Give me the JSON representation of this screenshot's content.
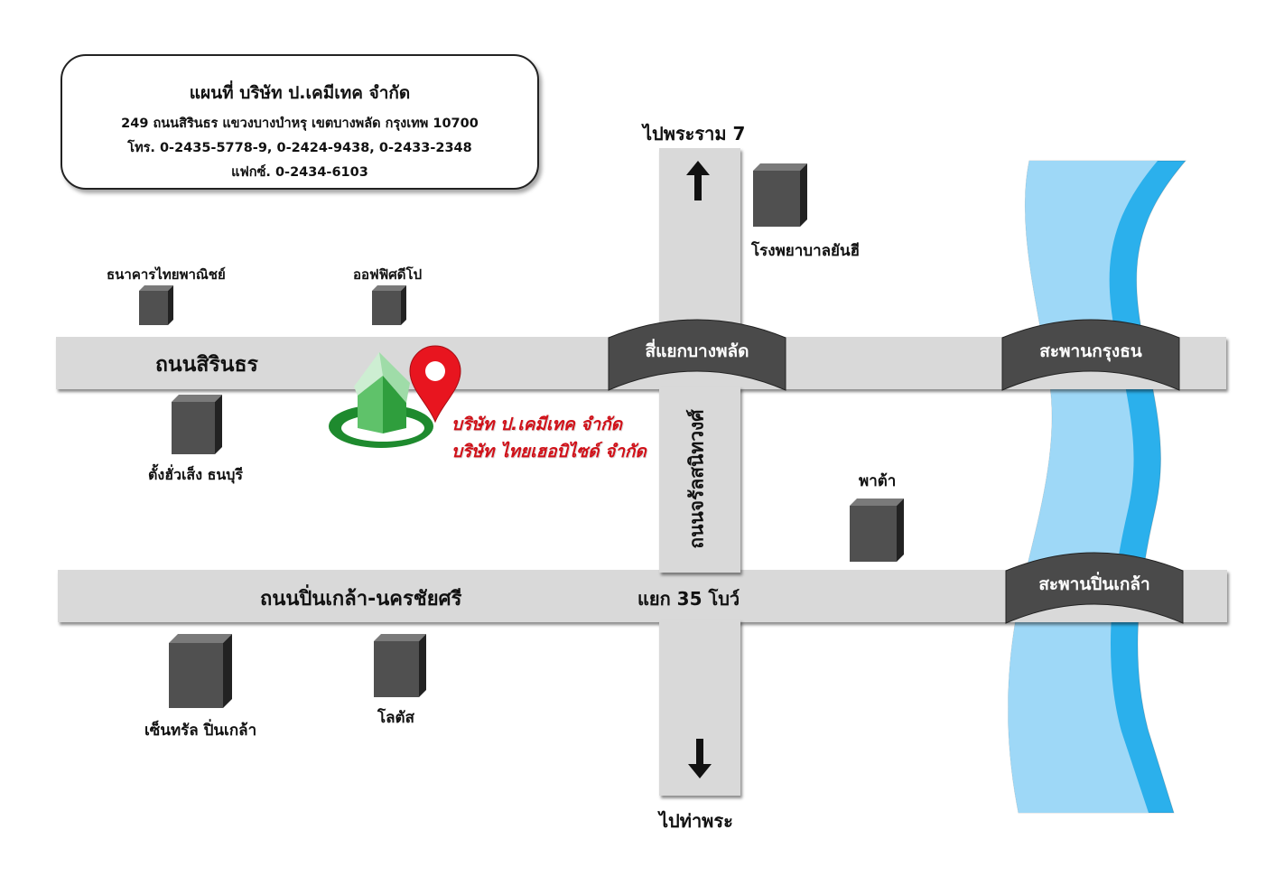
{
  "info": {
    "title": "แผนที่ บริษัท ป.เคมีเทค จำกัด",
    "address": "249 ถนนสิรินธร แขวงบางบำหรุ เขตบางพลัด กรุงเทพ 10700",
    "phone": "โทร. 0-2435-5778-9, 0-2424-9438, 0-2433-2348",
    "fax": "แฟกซ์. 0-2434-6103"
  },
  "roads": {
    "sirindhorn": "ถนนสิรินธร",
    "pinklao": "ถนนปิ่นเกล้า-นครชัยศรี",
    "charan": "ถนนจรัลสนิทวงศ์"
  },
  "junctions": {
    "bangphlat": "สี่แยกบางพลัด",
    "bow35": "แยก 35 โบว์"
  },
  "bridges": {
    "krungthon": "สะพานกรุงธน",
    "pinklao": "สะพานปิ่นเกล้า"
  },
  "directions": {
    "north": "ไปพระราม 7",
    "south": "ไปท่าพระ"
  },
  "places": {
    "scb": "ธนาคารไทยพาณิชย์",
    "officedepot": "ออฟฟิศดีโป",
    "yanhee": "โรงพยาบาลยันฮี",
    "tang": "ตั้งฮั่วเส็ง ธนบุรี",
    "pata": "พาต้า",
    "central": "เซ็นทรัล ปิ่นเกล้า",
    "lotus": "โลตัส"
  },
  "company": {
    "line1": "บริษัท ป.เคมีเทค จำกัด",
    "line2": "บริษัท ไทยเฮอบิไซด์ จำกัด"
  },
  "colors": {
    "road": "#d9d9d9",
    "building": "#505050",
    "river_light": "#9ed8f7",
    "river_dark": "#2bb0ec",
    "pin": "#e8151f",
    "label_bg": "#4a4a4a",
    "house": "#5fc26a",
    "ring": "#1e8a2e"
  },
  "icons": {
    "pin": "map-pin-icon",
    "house": "house-icon",
    "up": "arrow-up-icon",
    "down": "arrow-down-icon"
  }
}
